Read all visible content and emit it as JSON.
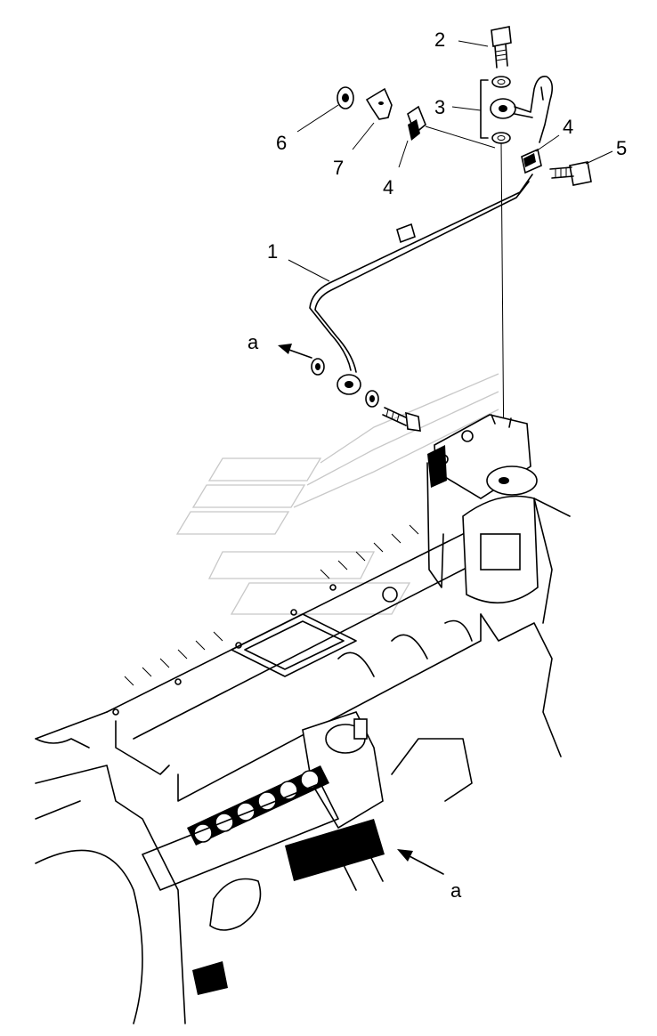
{
  "callouts": {
    "c1": "1",
    "c2": "2",
    "c3": "3",
    "c4a": "4",
    "c4b": "4",
    "c5": "5",
    "c6": "6",
    "c7": "7",
    "a_top": "a",
    "a_bottom": "a"
  }
}
